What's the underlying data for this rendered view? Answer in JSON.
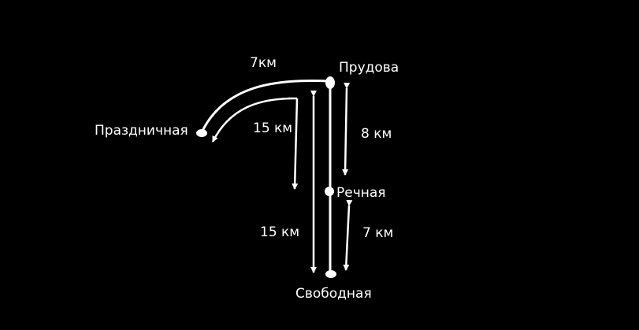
{
  "colors": {
    "background": "#000000",
    "line": "#ffffff",
    "text": "#ffffff"
  },
  "stations": {
    "prudova": "Прудова",
    "prazdnichnaya": "Праздничная",
    "rechnaya": "Речная",
    "svobodnaya": "Свободная"
  },
  "distances": {
    "prudova_prazdnichnaya": "7км",
    "route_top_left": "15 км",
    "prudova_rechnaya": "8 км",
    "route_bottom_left": "15 км",
    "rechnaya_svobodnaya": "7 км"
  }
}
